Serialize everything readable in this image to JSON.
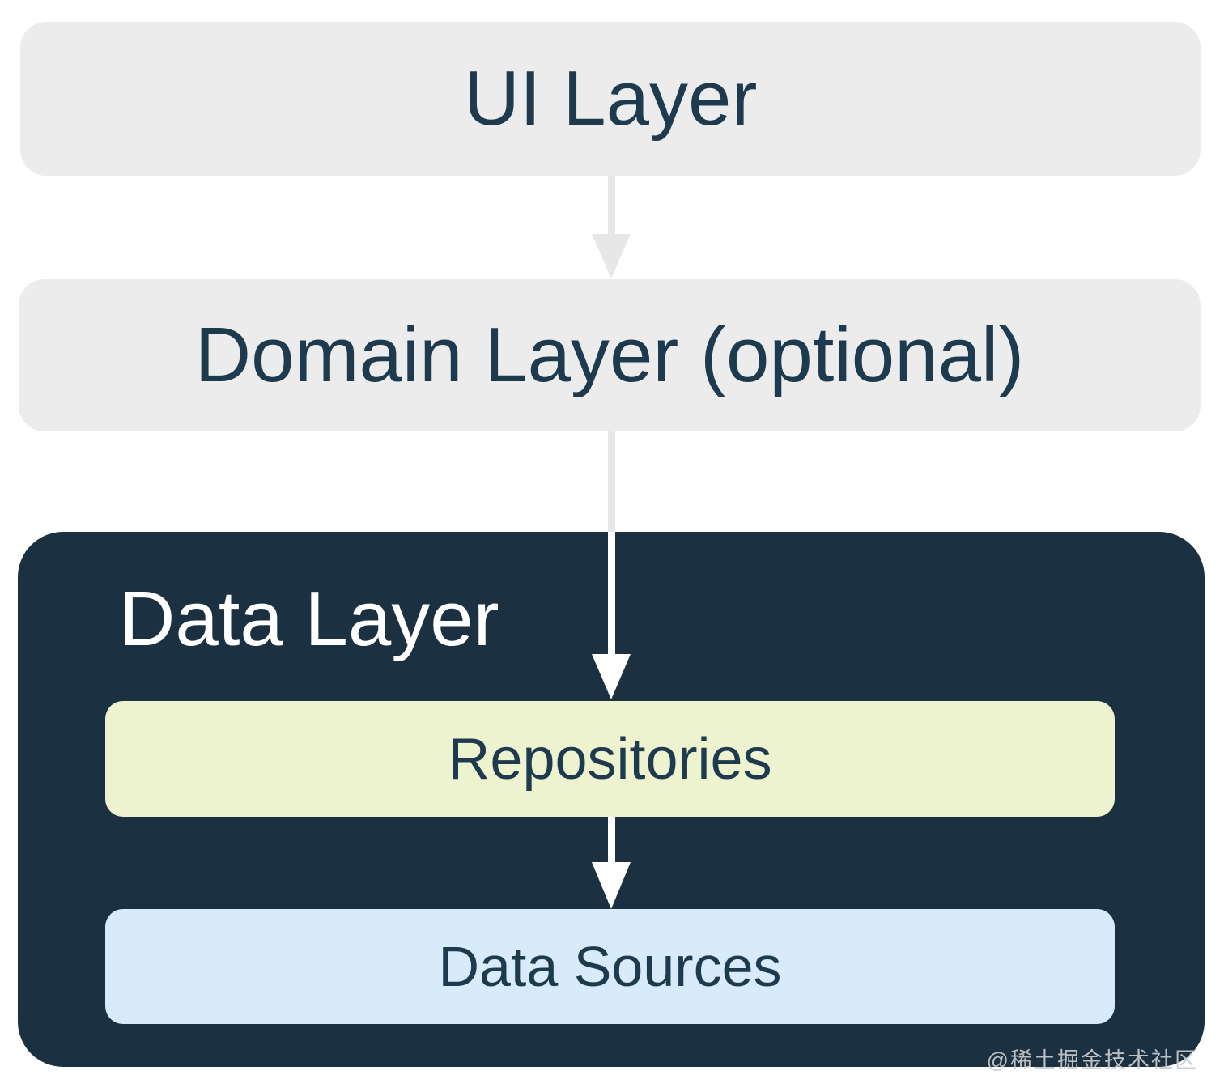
{
  "diagram": {
    "layers": {
      "ui": {
        "label": "UI Layer"
      },
      "domain": {
        "label": "Domain Layer (optional)"
      },
      "data": {
        "label": "Data Layer",
        "children": {
          "repositories": {
            "label": "Repositories"
          },
          "data_sources": {
            "label": "Data Sources"
          }
        }
      }
    },
    "arrows": [
      {
        "name": "ui-to-domain",
        "from": "UI Layer",
        "to": "Domain Layer (optional)"
      },
      {
        "name": "domain-to-repositories",
        "from": "Domain Layer (optional)",
        "to": "Repositories"
      },
      {
        "name": "repositories-to-data-sources",
        "from": "Repositories",
        "to": "Data Sources"
      }
    ],
    "colors": {
      "layer_box_gray": "#ECECEC",
      "data_layer_navy": "#1B3040",
      "repositories_yellow": "#EEF3CF",
      "data_sources_blue": "#D8EBFB",
      "text_navy": "#1E3A4F",
      "text_white": "#FFFFFF",
      "arrow_gray": "#E7E7E7",
      "arrow_white": "#FFFFFF",
      "watermark_gray": "#C8CCD0"
    },
    "watermark": "@稀土掘金技术社区"
  }
}
